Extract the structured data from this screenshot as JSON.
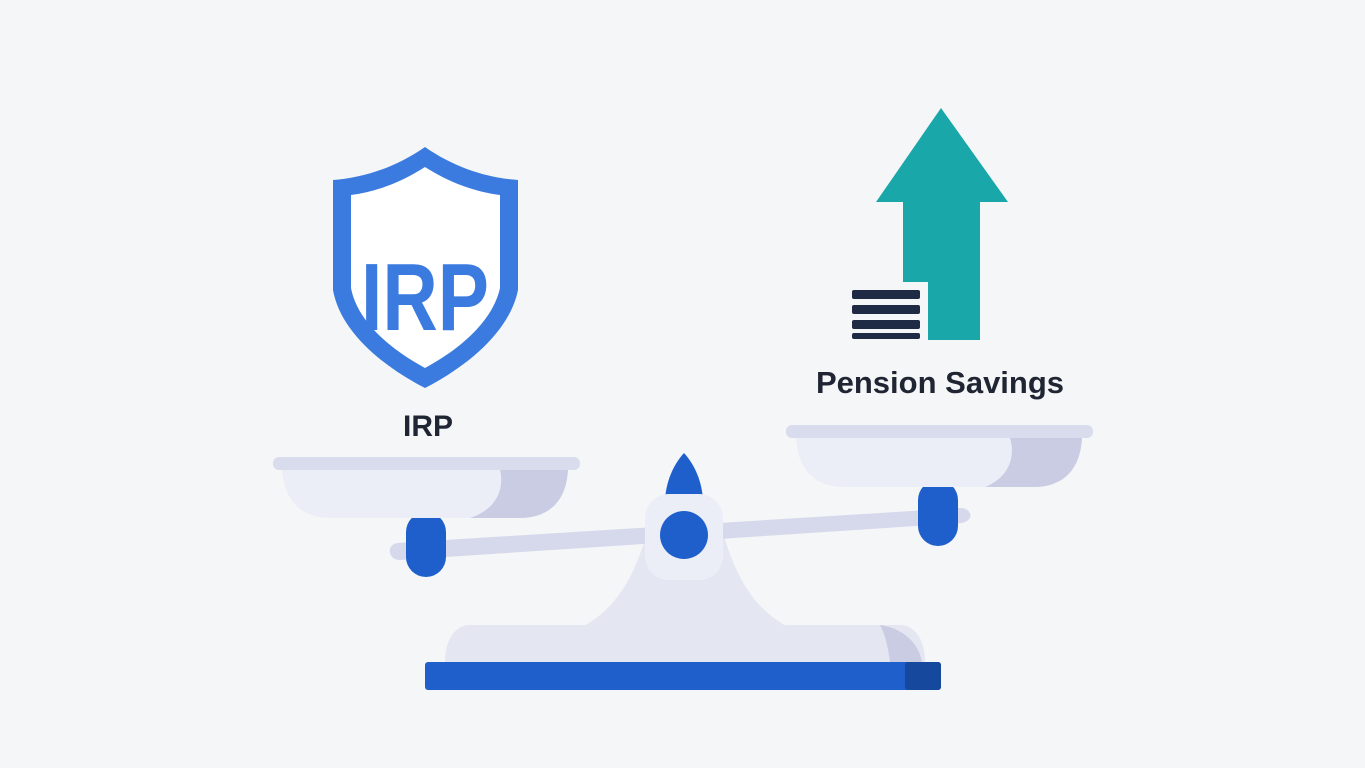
{
  "left_item": {
    "shield_text": "IRP",
    "label": "IRP"
  },
  "right_item": {
    "label": "Pension Savings"
  },
  "icons": {
    "shield": "shield-icon",
    "arrow": "arrow-up-icon",
    "stack": "stacked-bars-icon",
    "balance": "balance-scale-icon"
  },
  "colors": {
    "shield_blue": "#3b7be0",
    "scale_blue": "#1f5fcc",
    "arrow_teal": "#1aa7a9",
    "stack_navy": "#1f2a44",
    "pan_gray": "#e4e6f2",
    "text_dark": "#1f2533"
  }
}
